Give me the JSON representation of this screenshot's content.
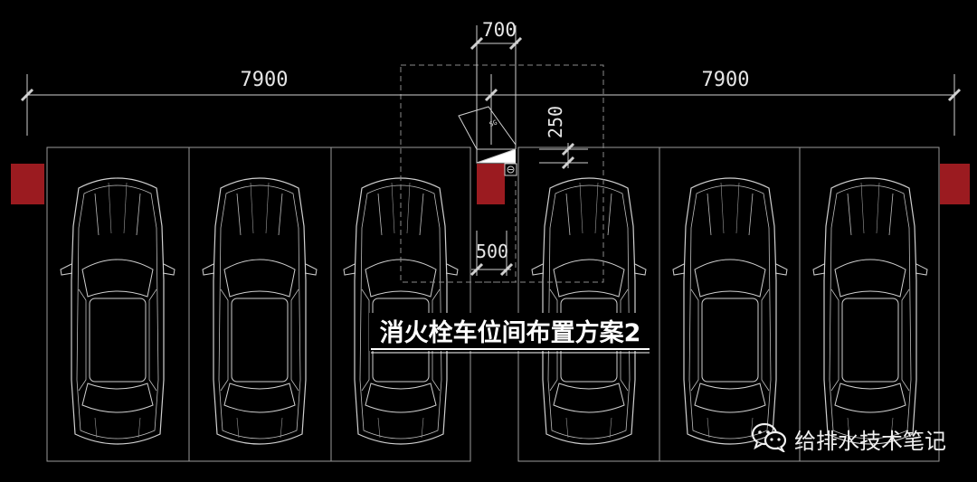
{
  "drawing": {
    "title": "消火栓车位间布置方案2",
    "dimensions": {
      "left_span": "7900",
      "right_span": "7900",
      "cabinet_width": "700",
      "cabinet_depth": "250",
      "hydrant_width": "500"
    },
    "hydrant_label": "SG",
    "parking_bays": [
      {
        "id": 1
      },
      {
        "id": 2
      },
      {
        "id": 3
      },
      {
        "id": 4
      },
      {
        "id": 5
      },
      {
        "id": 6
      }
    ],
    "columns": [
      {
        "id": "left"
      },
      {
        "id": "center"
      },
      {
        "id": "right"
      }
    ],
    "colors": {
      "background": "#000000",
      "linework": "#d0d0d0",
      "column": "#9b1b20",
      "dashed": "#8a8a8a"
    }
  },
  "watermark": {
    "icon": "wechat-icon",
    "text": "给排水技术笔记"
  }
}
